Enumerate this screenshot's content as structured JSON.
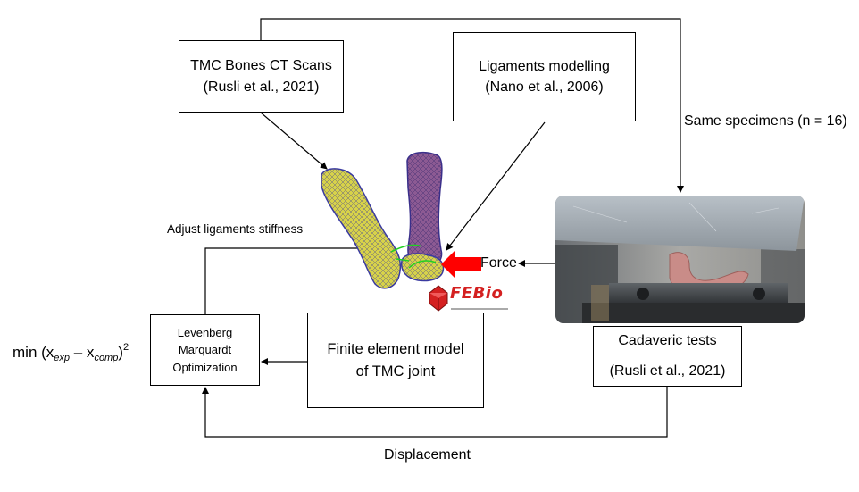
{
  "boxes": {
    "ct_scans": {
      "line1": "TMC Bones CT Scans",
      "line2": "(Rusli et al., 2021)"
    },
    "ligaments": {
      "line1": "Ligaments modelling",
      "line2": "(Nano et al., 2006)"
    },
    "optimization": {
      "line1": "Levenberg",
      "line2": "Marquardt",
      "line3": "Optimization"
    },
    "fe_model": {
      "line1": "Finite element model",
      "line2": "of TMC joint"
    },
    "cadaveric": {
      "line1": "Cadaveric tests",
      "line2": "(Rusli et al., 2021)"
    }
  },
  "labels": {
    "adjust": "Adjust ligaments stiffness",
    "same_specimens": "Same specimens (n = 16)",
    "force": "Force",
    "displacement": "Displacement"
  },
  "objective": {
    "prefix": "min (x",
    "exp": "exp",
    "minus": " – x",
    "comp": "comp",
    "suffix": ")",
    "power": "2"
  },
  "logo": {
    "text": "FEBio"
  },
  "colors": {
    "bone_yellow": "#d7d24a",
    "bone_purple": "#8c5a93",
    "mesh": "#2f2fa0",
    "force_arrow": "#ff0000",
    "logo_red": "#d42020"
  }
}
